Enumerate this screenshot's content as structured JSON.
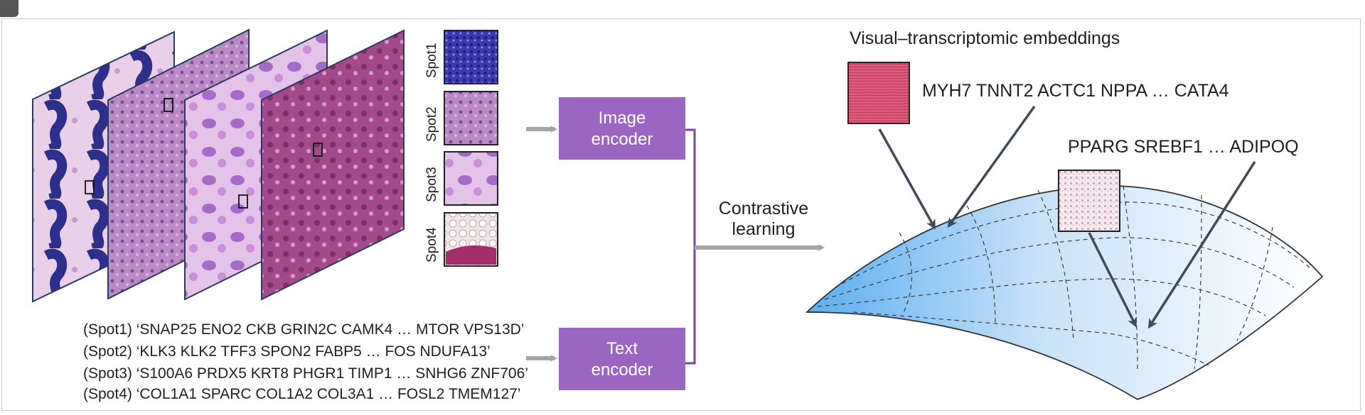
{
  "spots": [
    "Spot1",
    "Spot2",
    "Spot3",
    "Spot4"
  ],
  "encoders": {
    "image": [
      "Image",
      "encoder"
    ],
    "text": [
      "Text",
      "encoder"
    ]
  },
  "contrastive": [
    "Contrastive",
    "learning"
  ],
  "gene_lines": [
    "(Spot1) ‘SNAP25 ENO2 CKB GRIN2C CAMK4 … MTOR VPS13D’",
    "(Spot2) ‘KLK3 KLK2 TFF3 SPON2 FABP5 … FOS NDUFA13’",
    "(Spot3) ‘S100A6 PRDX5 KRT8 PHGR1 TIMP1 … SNHG6 ZNF706’",
    "(Spot4) ‘COL1A1 SPARC COL1A2 COL3A1 … FOSL2 TMEM127’"
  ],
  "embedding": {
    "title": "Visual–transcriptomic embeddings",
    "label1": "MYH7 TNNT2 ACTC1 NPPA … CATA4",
    "label2": "PPARG SREBF1 … ADIPOQ"
  },
  "colors": {
    "encoder": "#9b66c2",
    "bracket": "#7a45a8",
    "arrow": "#a6a6a6",
    "pointer": "#3f4b5a"
  }
}
